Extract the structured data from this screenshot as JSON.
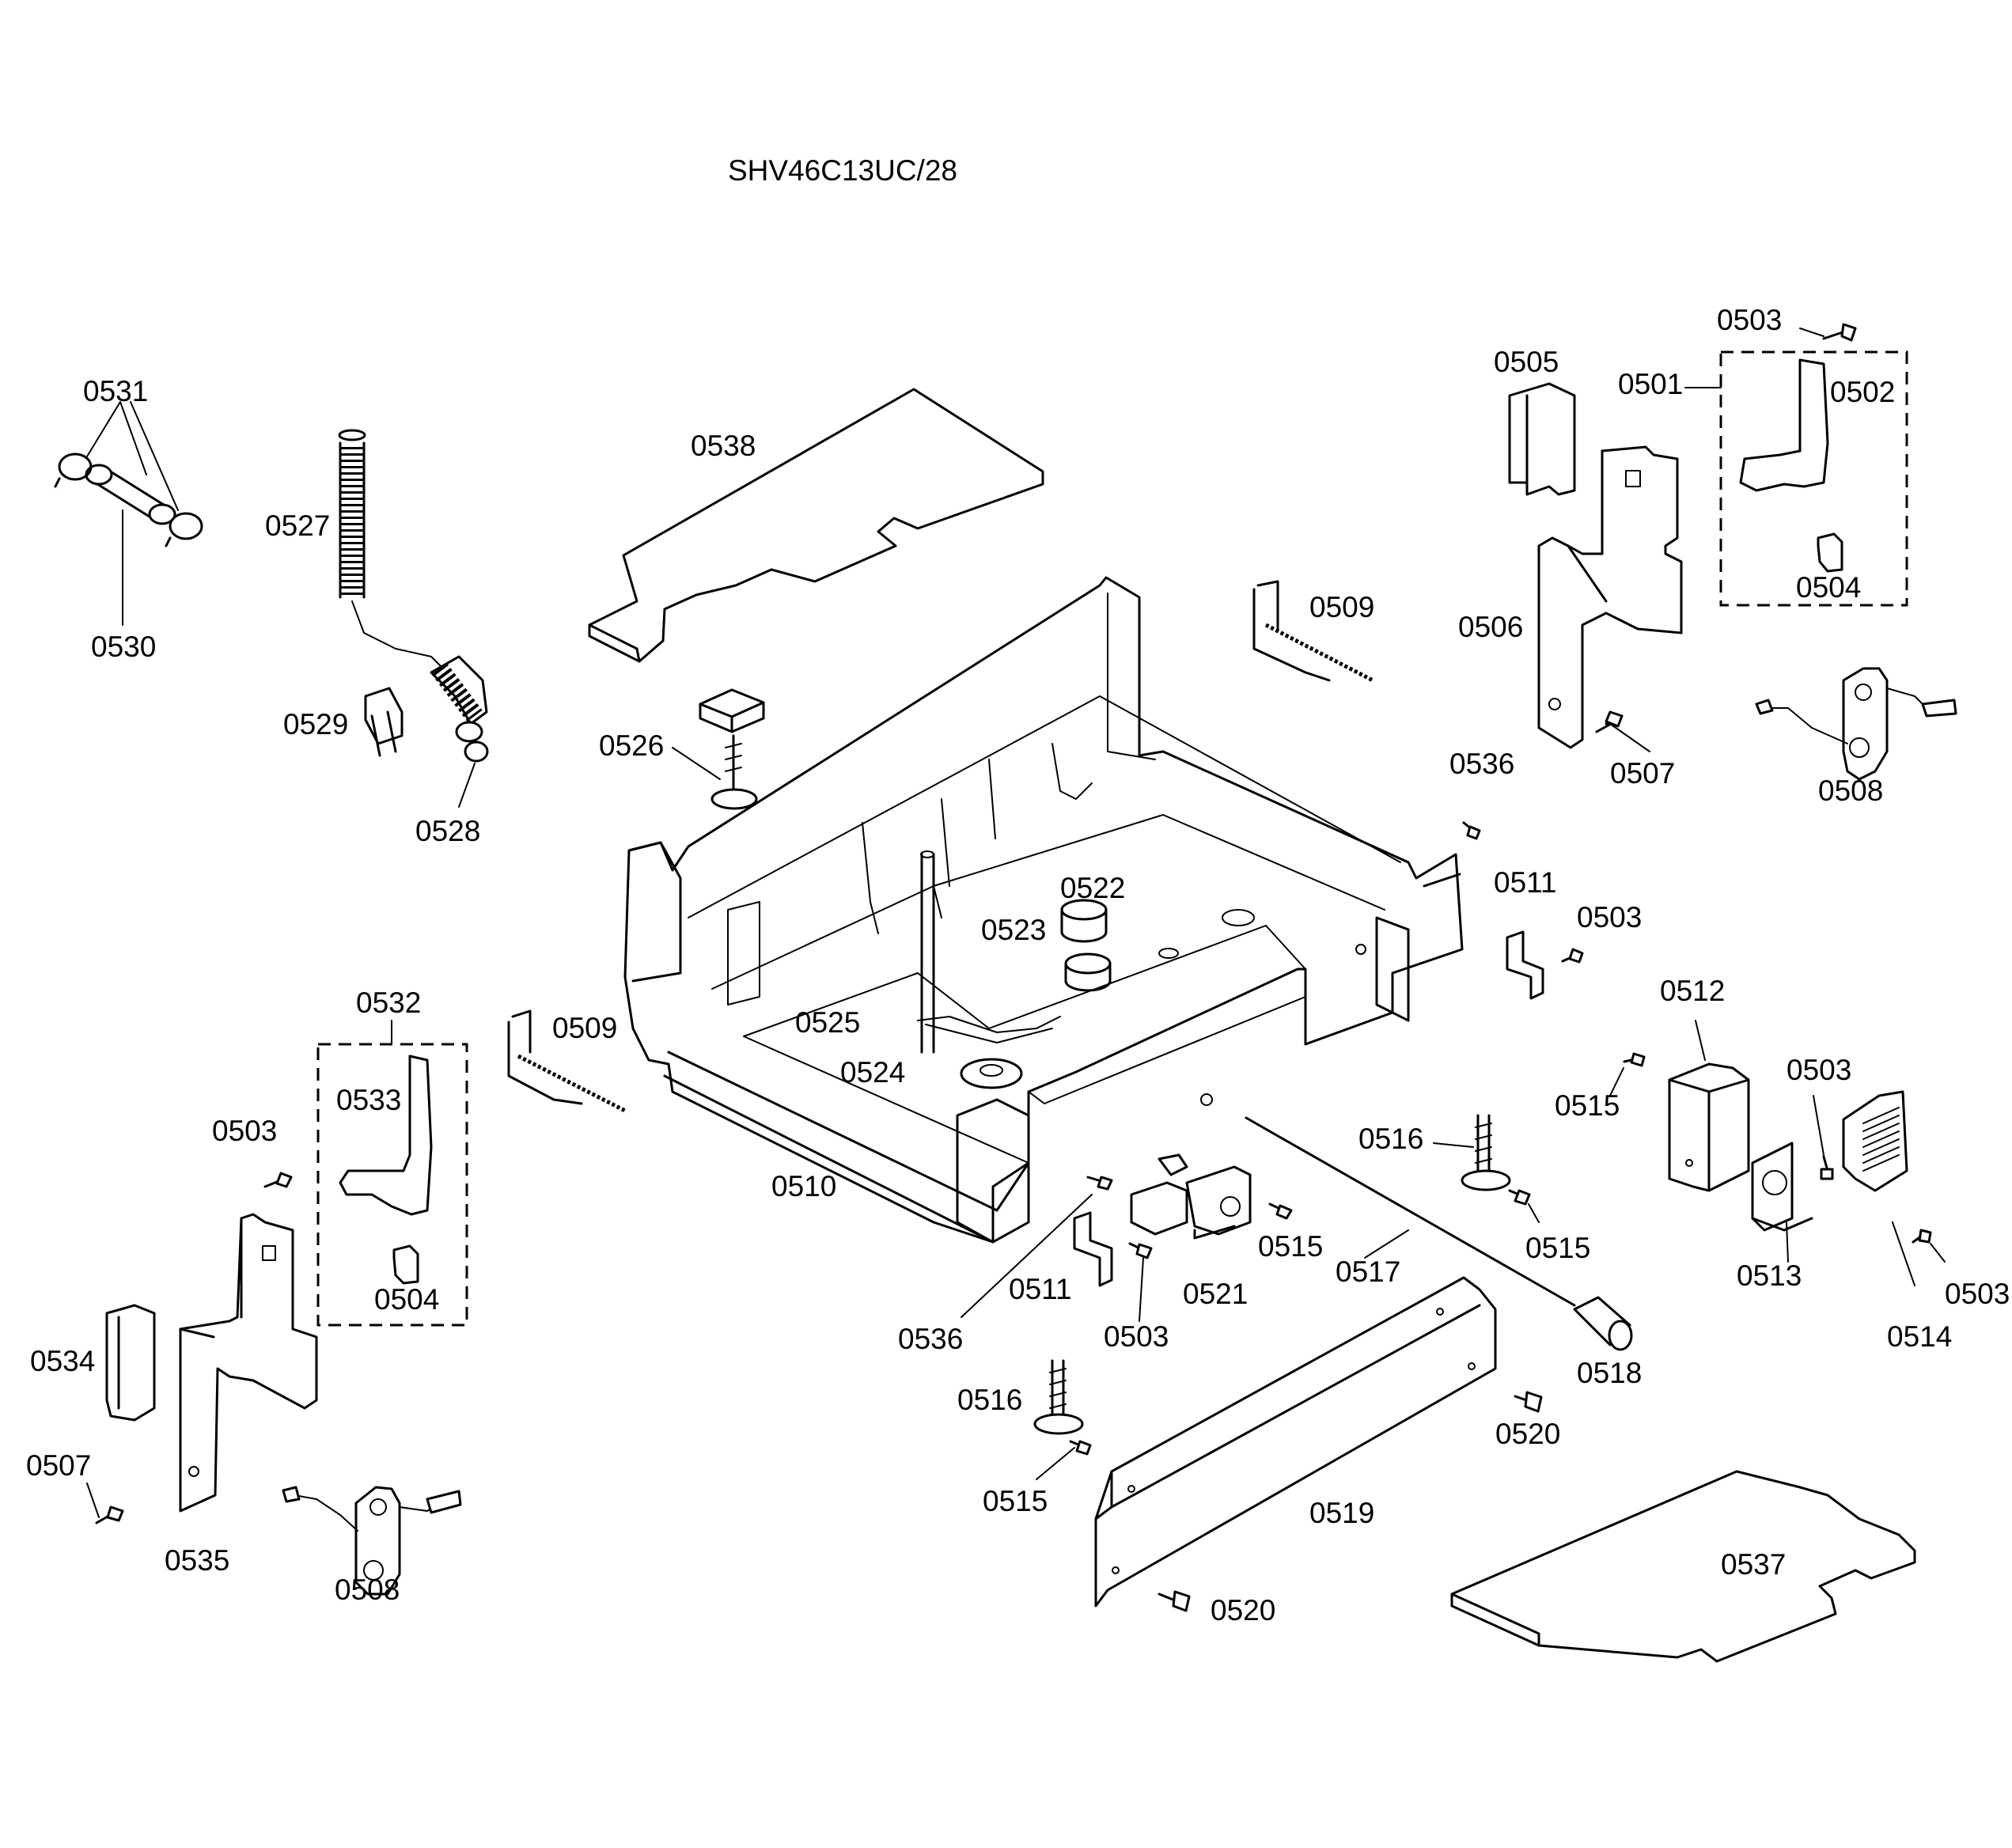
{
  "title": "SHV46C13UC/28",
  "labels": {
    "p0501": "0501",
    "p0502": "0502",
    "p0503": "0503",
    "p0504": "0504",
    "p0505": "0505",
    "p0506": "0506",
    "p0507": "0507",
    "p0508": "0508",
    "p0509": "0509",
    "p0510": "0510",
    "p0511": "0511",
    "p0512": "0512",
    "p0513": "0513",
    "p0514": "0514",
    "p0515": "0515",
    "p0516": "0516",
    "p0517": "0517",
    "p0518": "0518",
    "p0519": "0519",
    "p0520": "0520",
    "p0521": "0521",
    "p0522": "0522",
    "p0523": "0523",
    "p0524": "0524",
    "p0525": "0525",
    "p0526": "0526",
    "p0527": "0527",
    "p0528": "0528",
    "p0529": "0529",
    "p0530": "0530",
    "p0531": "0531",
    "p0532": "0532",
    "p0533": "0533",
    "p0534": "0534",
    "p0535": "0535",
    "p0536": "0536",
    "p0537": "0537",
    "p0538": "0538"
  }
}
